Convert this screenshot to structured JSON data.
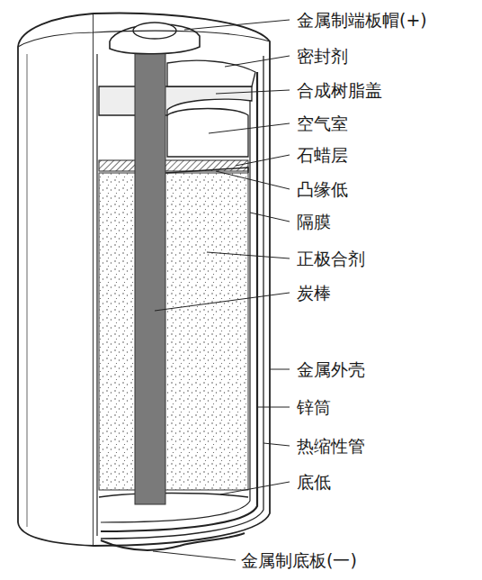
{
  "diagram": {
    "labels": [
      "金属制端板帽(+)",
      "密封剂",
      "合成树脂盖",
      "空气室",
      "石蜡层",
      "凸缘低",
      "隔膜",
      "正极合剂",
      "炭棒",
      "金属外壳",
      "锌筒",
      "热缩性管",
      "底低",
      "金属制底板(一)"
    ]
  }
}
